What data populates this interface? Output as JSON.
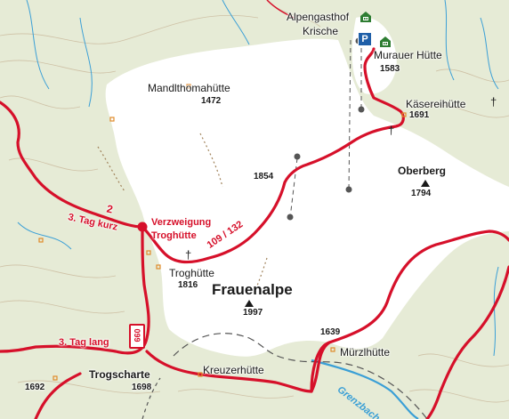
{
  "places": {
    "alpengasthof_line1": "Alpengasthof",
    "alpengasthof_line2": "Krische",
    "murauer_huette": "Murauer Hütte",
    "murauer_elev": "1583",
    "mandlthomahuette": "Mandlthomahütte",
    "mandlthomahuette_elev": "1472",
    "kaesereihuette": "Käsereihütte",
    "kaesereihuette_elev": "1691",
    "peak_1854": "1854",
    "oberberg": "Oberberg",
    "oberberg_elev": "1794",
    "verzweigung_line1": "Verzweigung",
    "verzweigung_line2": "Troghütte",
    "troghuette": "Troghütte",
    "troghuette_elev": "1816",
    "frauenalpe": "Frauenalpe",
    "frauenalpe_elev": "1997",
    "muerzlhuette": "Mürzlhütte",
    "muerzl_elev": "1639",
    "kreuzerhuette": "Kreuzerhütte",
    "trogscharte": "Trogscharte",
    "trogscharte_elev": "1698",
    "elev_1692": "1692"
  },
  "routes": {
    "route_number_2": "2",
    "tag3_kurz": "3. Tag kurz",
    "route_109_132": "109 / 132",
    "tag3_lang": "3. Tag lang",
    "badge_099": "099"
  },
  "rivers": {
    "grenzbach": "Grenzbach"
  },
  "icons": {
    "parking": "P"
  },
  "colors": {
    "route": "#d6102a",
    "forest": "#e6ebd6",
    "contour": "#c9b79a",
    "water": "#3a9fd6",
    "hut": "#2e7d32"
  }
}
